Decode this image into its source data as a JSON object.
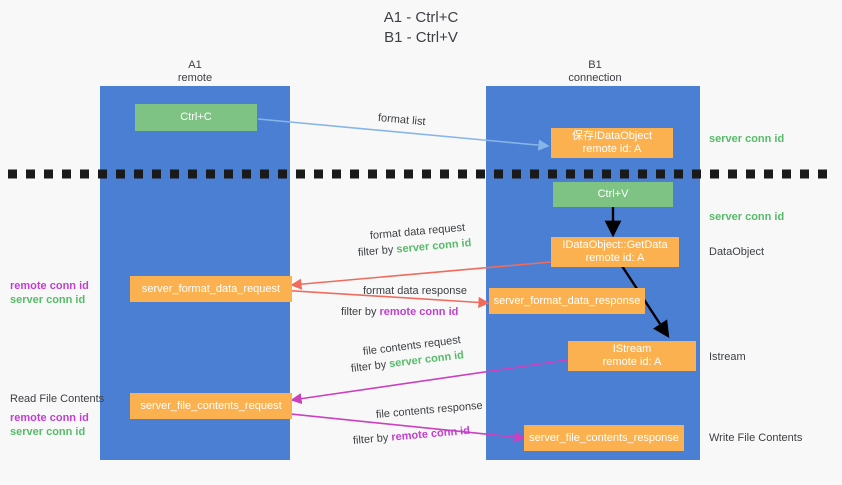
{
  "title": {
    "line1": "A1 - Ctrl+C",
    "line2": "B1 - Ctrl+V"
  },
  "columns": [
    {
      "name": "A1",
      "sub": "remote"
    },
    {
      "name": "B1",
      "sub": "connection"
    }
  ],
  "boxes": {
    "ctrl_c": "Ctrl+C",
    "ctrl_v": "Ctrl+V",
    "save_idataobject_line1": "保存IDataObject",
    "save_idataobject_line2": "remote id: A",
    "getdata_line1": "IDataObject::GetData",
    "getdata_line2": "remote id: A",
    "istream_line1": "IStream",
    "istream_line2": "remote id: A",
    "server_format_data_request": "server_format_data_request",
    "server_format_data_response": "server_format_data_response",
    "server_file_contents_request": "server_file_contents_request",
    "server_file_contents_response": "server_file_contents_response"
  },
  "right_labels": {
    "server_conn_id_1": "server conn id",
    "server_conn_id_2": "server conn id",
    "dataobject": "DataObject",
    "istream": "Istream",
    "write_file_contents": "Write File Contents"
  },
  "left_labels": {
    "remote_conn_id_1": "remote conn id",
    "server_conn_id_1": "server conn id",
    "read_file_contents": "Read File Contents",
    "remote_conn_id_2": "remote conn id",
    "server_conn_id_2": "server conn id"
  },
  "flow_labels": {
    "format_list": "format list",
    "format_data_request": "format data request",
    "format_data_request_filter_prefix": "filter by ",
    "format_data_request_filter_key": "server conn id",
    "format_data_response": "format data response",
    "format_data_response_filter_prefix": "filter by ",
    "format_data_response_filter_key": "remote conn id",
    "file_contents_request": "file contents request",
    "file_contents_request_filter_prefix": "filter by ",
    "file_contents_request_filter_key": "server conn id",
    "file_contents_response": "file contents response",
    "file_contents_response_filter_prefix": "filter by ",
    "file_contents_response_filter_key": "remote conn id"
  },
  "colors": {
    "lane": "#4a7fd4",
    "green_box": "#7ec384",
    "orange_box": "#fbb150",
    "server_conn_id": "#57bb6a",
    "remote_conn_id": "#c23fd0",
    "red_arrow": "#ef6c5d",
    "magenta_arrow": "#cc3fbf",
    "blue_arrow": "#86b6e8",
    "black_arrow": "#000000",
    "background": "#f8f8f8"
  }
}
